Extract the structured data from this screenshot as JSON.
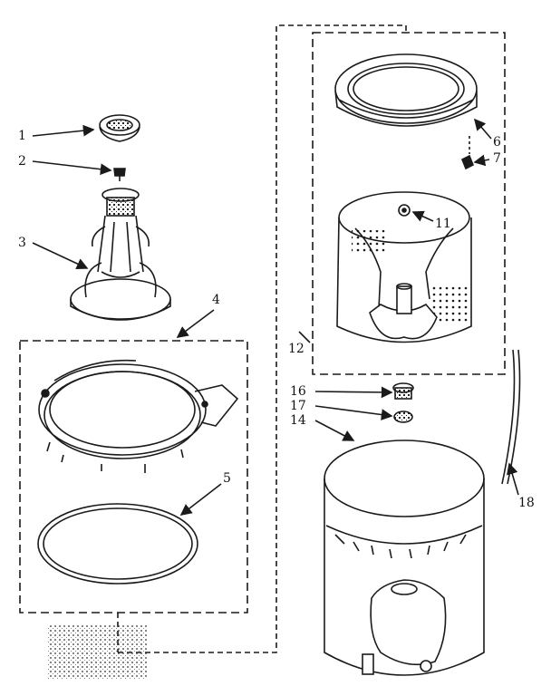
{
  "callouts": {
    "c1": "1",
    "c2": "2",
    "c3": "3",
    "c4": "4",
    "c5": "5",
    "c6": "6",
    "c7": "7",
    "c11": "11",
    "c12": "12",
    "c14": "14",
    "c16": "16",
    "c17": "17",
    "c18": "18"
  },
  "colors": {
    "ink": "#1a1a1a",
    "paper": "#ffffff"
  }
}
